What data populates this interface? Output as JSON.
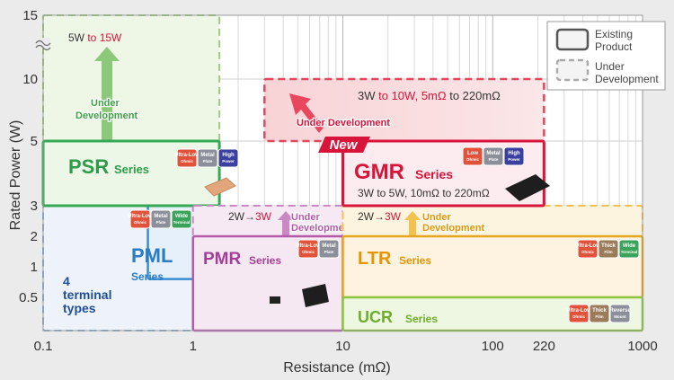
{
  "chart_data": {
    "type": "area",
    "xlabel": "Resistance (mΩ)",
    "ylabel": "Rated Power (W)",
    "x_scale": "log",
    "xlim": [
      0.1,
      1000
    ],
    "x_ticks": [
      "0.1",
      "1",
      "10",
      "100",
      "220",
      "1000"
    ],
    "y_ticks": [
      "0.5",
      "1",
      "2",
      "3",
      "5",
      "10",
      "15"
    ],
    "grid": true,
    "legend": {
      "placement": "top-right",
      "existing": "Existing Product",
      "under": "Under Development"
    },
    "series": [
      {
        "name": "PSR",
        "label_suffix": "Series",
        "resistance_range": [
          0.1,
          1.5
        ],
        "power_range": [
          3,
          5
        ],
        "color": "#34a853",
        "badges": [
          "Ultra-Low Ohmic",
          "Metal Plate",
          "High Power"
        ]
      },
      {
        "name": "PSR (Under Development)",
        "resistance_range": [
          0.1,
          1.5
        ],
        "power_range": [
          5,
          15
        ],
        "color": "#8cc87a",
        "range_text_prefix": "5W",
        "range_text_mid": " to ",
        "range_text_hi": "15W",
        "dev_label": "Under Development"
      },
      {
        "name": "GMR",
        "label_suffix": "Series",
        "resistance_range": [
          10,
          220
        ],
        "power_range": [
          3,
          5
        ],
        "color": "#d8143a",
        "new_label": "New",
        "spec": "3W to 5W, 10mΩ to 220mΩ",
        "badges": [
          "Low Ohmic",
          "Metal Plate",
          "High Power"
        ]
      },
      {
        "name": "GMR (Under Development)",
        "resistance_range": [
          3,
          220
        ],
        "power_range": [
          5,
          10
        ],
        "color": "#e8475e",
        "range_text_prefix": "3W",
        "range_text_mid": " to ",
        "range_text_hi": "10W, 5mΩ",
        "range_text_end": " to 220mΩ",
        "dev_label": "Under Development"
      },
      {
        "name": "PML",
        "label_suffix": "Series",
        "resistance_range": [
          0.5,
          1.5
        ],
        "power_range": [
          0.8,
          3
        ],
        "color": "#3a8dd0",
        "badges": [
          "Ultra-Low Ohmic",
          "Metal Plate",
          "Wide Terminal"
        ]
      },
      {
        "name": "PMR",
        "label_suffix": "Series",
        "resistance_range": [
          1,
          10
        ],
        "power_range": [
          0.3,
          2
        ],
        "color": "#b45aa8",
        "badges": [
          "Ultra-Low Ohmic",
          "Metal Plate"
        ]
      },
      {
        "name": "PMR (Under Development)",
        "resistance_range": [
          1,
          10
        ],
        "power_range": [
          2,
          3
        ],
        "color": "#c98ac4",
        "range_text_prefix": "2W→",
        "range_text_hi": "3W",
        "dev_label": "Under Development"
      },
      {
        "name": "LTR",
        "label_suffix": "Series",
        "resistance_range": [
          10,
          1000
        ],
        "power_range": [
          0.5,
          2
        ],
        "color": "#e6a51e",
        "badges": [
          "Ultra-Low Ohmic",
          "Thick Film",
          "Wide Terminal"
        ]
      },
      {
        "name": "LTR (Under Development)",
        "resistance_range": [
          10,
          1000
        ],
        "power_range": [
          2,
          3
        ],
        "color": "#f2c24e",
        "range_text_prefix": "2W→",
        "range_text_hi": "3W",
        "dev_label": "Under Development"
      },
      {
        "name": "UCR",
        "label_suffix": "Series",
        "resistance_range": [
          10,
          1000
        ],
        "power_range": [
          0.3,
          0.5
        ],
        "color": "#8cc63f",
        "badges": [
          "Ultra-Low Ohmic",
          "Thick Film",
          "Reverse Mount"
        ]
      },
      {
        "name": "4 terminal types",
        "resistance_range": [
          0.1,
          1.5
        ],
        "power_range": [
          0.3,
          3
        ],
        "color": "#3a8dd0",
        "label_lines": [
          "4",
          "terminal",
          "types"
        ]
      }
    ]
  },
  "colors": {
    "background": "#ebebeb",
    "plot_bg": "#ffffff",
    "grid": "#cfcfcf",
    "red_text": "#d8143a",
    "orange_text": "#e69500"
  }
}
